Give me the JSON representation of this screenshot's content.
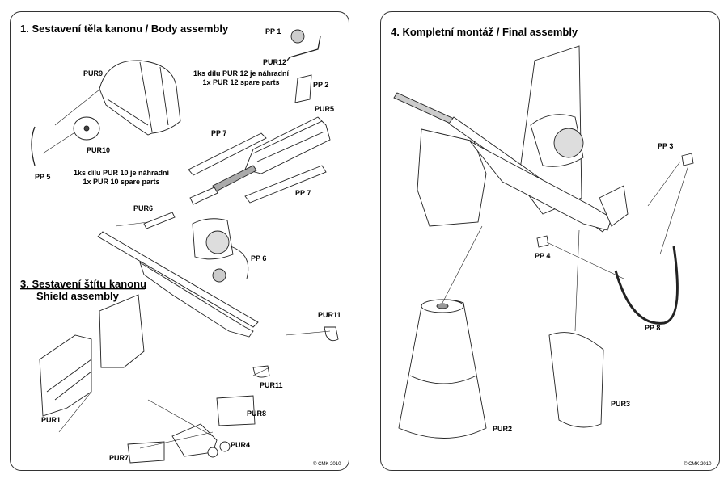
{
  "left_panel": {
    "title": "1. Sestavení těla kanonu / Body assembly",
    "section3_title_line1": "3. Sestavení štítu kanonu",
    "section3_title_line2": "Shield assembly",
    "note_pur12": [
      "1ks dílu PUR 12 je náhradní",
      "1x PUR 12 spare parts"
    ],
    "note_pur10": [
      "1ks dílu PUR 10 je náhradní",
      "1x PUR 10 spare parts"
    ],
    "labels": {
      "pp1": "PP 1",
      "pur12": "PUR12",
      "pp2": "PP 2",
      "pur5": "PUR5",
      "pur9": "PUR9",
      "pur10": "PUR10",
      "pp5": "PP 5",
      "pp7a": "PP 7",
      "pp7b": "PP 7",
      "pur6": "PUR6",
      "pp6": "PP 6",
      "pur11a": "PUR11",
      "pur11b": "PUR11",
      "pur1": "PUR1",
      "pur8": "PUR8",
      "pur4": "PUR4",
      "pur7": "PUR7"
    },
    "copyright": "© CMK 2010"
  },
  "right_panel": {
    "title": "4. Kompletní montáž / Final assembly",
    "labels": {
      "pp3": "PP 3",
      "pp4": "PP 4",
      "pp8": "PP 8",
      "pur2": "PUR2",
      "pur3": "PUR3"
    },
    "copyright": "© CMK 2010"
  }
}
